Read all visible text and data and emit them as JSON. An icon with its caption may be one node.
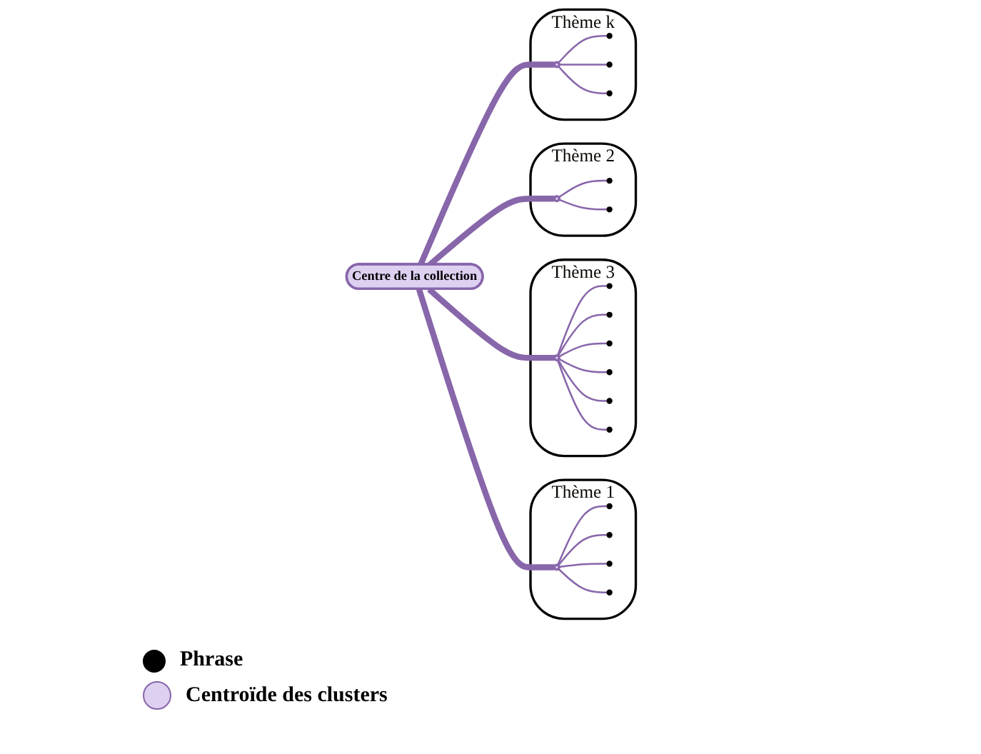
{
  "diagram": {
    "nodes": [
      {
        "text": [
          "Thème 1"
        ]
      },
      {
        "text": [],
        "shape": "circle",
        "in": 0
      },
      {
        "text": [],
        "shape": "circle",
        "in": 0
      },
      {
        "text": [],
        "shape": "circle",
        "in": 0
      },
      {
        "text": [],
        "shape": "circle",
        "in": 0
      },
      {
        "text": [],
        "shape": "circle",
        "in": 0
      },
      {
        "text": [
          "Thème 3"
        ]
      },
      {
        "text": [],
        "shape": "circle",
        "in": 6
      },
      {
        "text": [],
        "shape": "circle",
        "in": 6
      },
      {
        "text": [],
        "shape": "circle",
        "in": 6
      },
      {
        "text": [],
        "shape": "circle",
        "in": 6
      },
      {
        "text": [],
        "shape": "circle",
        "in": 6
      },
      {
        "text": [],
        "shape": "circle",
        "in": 6
      },
      {
        "text": [],
        "shape": "circle",
        "in": 6
      },
      {
        "text": [
          "Centre de la collection"
        ]
      },
      {
        "text": [
          "Thème 2"
        ]
      },
      {
        "text": [],
        "shape": "circle",
        "in": 15
      },
      {
        "text": [],
        "shape": "circle",
        "in": 15
      },
      {
        "text": [],
        "shape": "circle",
        "in": 15
      },
      {
        "text": [
          "Thème k"
        ]
      },
      {
        "text": [],
        "shape": "circle",
        "in": 19
      },
      {
        "text": [],
        "shape": "circle",
        "in": 19
      },
      {
        "text": [],
        "shape": "circle",
        "in": 19
      },
      {
        "text": [],
        "shape": "circle",
        "in": 19
      }
    ],
    "edges": [
      {
        "from": 1,
        "to": 2,
        "arrow": "none"
      },
      {
        "from": 1,
        "to": 3,
        "arrow": "none"
      },
      {
        "from": 1,
        "to": 4,
        "arrow": "none"
      },
      {
        "from": 1,
        "to": 5,
        "arrow": "none"
      },
      {
        "from": 7,
        "to": 8,
        "arrow": "none"
      },
      {
        "from": 7,
        "to": 9,
        "arrow": "none"
      },
      {
        "from": 7,
        "to": 10,
        "arrow": "none"
      },
      {
        "from": 7,
        "to": 11,
        "arrow": "none"
      },
      {
        "from": 7,
        "to": 12,
        "arrow": "none"
      },
      {
        "from": 7,
        "to": 13,
        "arrow": "none"
      },
      {
        "from": 14,
        "to": 1,
        "arrow": "none",
        "style": "thick"
      },
      {
        "from": 14,
        "to": 7,
        "arrow": "none",
        "style": "thick"
      },
      {
        "from": 14,
        "to": 16,
        "arrow": "none",
        "style": "thick"
      },
      {
        "from": 14,
        "to": 20,
        "arrow": "none",
        "style": "thick"
      },
      {
        "from": 16,
        "to": 17,
        "arrow": "none"
      },
      {
        "from": 16,
        "to": 18,
        "arrow": "none"
      },
      {
        "from": 20,
        "to": 21,
        "arrow": "none"
      },
      {
        "from": 20,
        "to": 22,
        "arrow": "none"
      },
      {
        "from": 20,
        "to": 23,
        "arrow": "none"
      }
    ],
    "legend": [
      {
        "text": "Phrase"
      },
      {
        "text": "Centroïde des clusters"
      }
    ]
  }
}
